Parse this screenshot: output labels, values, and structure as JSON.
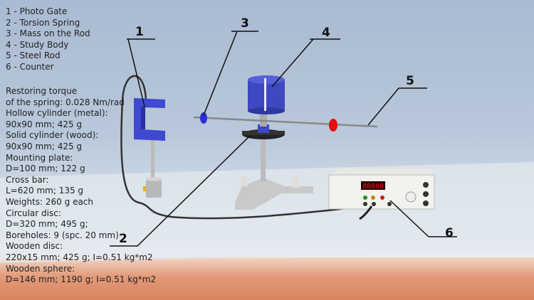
{
  "legend": [
    "1 - Photo Gate",
    "2 - Torsion Spring",
    "3 - Mass on the Rod",
    "4 - Study Body",
    "5 - Steel Rod",
    "6 - Counter"
  ],
  "specs": [
    "Restoring torque",
    "of the spring: 0.028 Nm/rad",
    "Hollow cylinder (metal):",
    "90x90 mm; 425 g",
    "Solid cylinder (wood):",
    "90x90 mm; 425 g",
    "Mounting plate:",
    "D=100 mm; 122 g",
    "Cross bar:",
    "L=620 mm; 135 g",
    "Weights: 260 g each",
    "Circular disc:",
    "D=320 mm; 495 g;",
    "Boreholes: 9 (spc. 20 mm)",
    "Wooden disc:",
    "220x15 mm; 425 g; I=0.51 kg*m2",
    "Wooden sphere:",
    "D=146 mm; 1190 g; I=0.51 kg*m2"
  ],
  "callouts": [
    "1",
    "2",
    "3",
    "4",
    "5",
    "6"
  ],
  "counter_display": "88888",
  "colors": {
    "apparatus_blue": "#3f48c8",
    "mass_red": "#e01010",
    "display_red": "#e02020"
  }
}
